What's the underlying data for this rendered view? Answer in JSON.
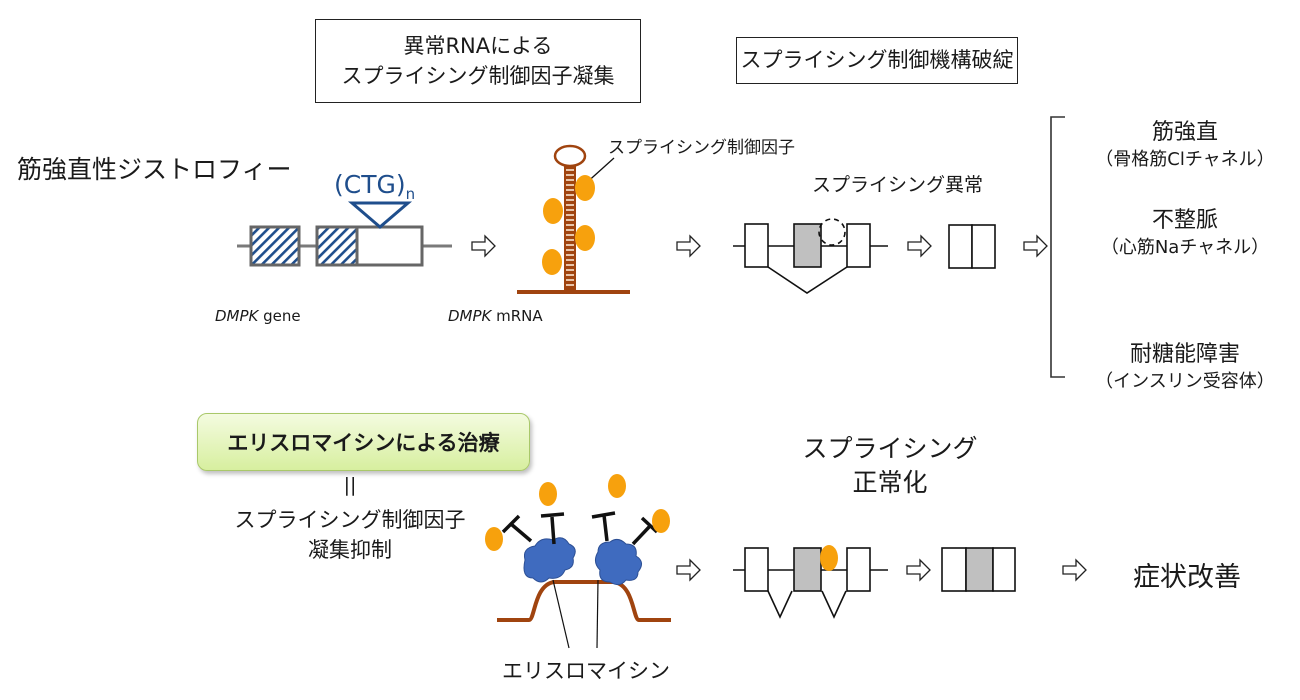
{
  "boxes": {
    "aggregation_line1": "異常RNAによる",
    "aggregation_line2": "スプライシング制御因子凝集",
    "mechanism_failure": "スプライシング制御機構破綻"
  },
  "disease_title": "筋強直性ジストロフィー",
  "gene": {
    "repeat": "(CTG)",
    "repeat_subscript": "n",
    "label_italic": "DMPK",
    "label_rest": " gene"
  },
  "mrna": {
    "label_italic": "DMPK",
    "label_rest": " mRNA",
    "factor_label": "スプライシング制御因子"
  },
  "abnormal_splicing_label": "スプライシング異常",
  "symptoms": [
    {
      "name": "筋強直",
      "cause": "（骨格筋Clチャネル）"
    },
    {
      "name": "不整脈",
      "cause": "（心筋Naチャネル）"
    },
    {
      "name": "耐糖能障害",
      "cause": "（インスリン受容体）"
    }
  ],
  "treatment": {
    "title": "エリスロマイシンによる治療",
    "equals": "||",
    "effect_line1": "スプライシング制御因子",
    "effect_line2": "凝集抑制",
    "drug_label": "エリスロマイシン"
  },
  "normalization": {
    "line1": "スプライシング",
    "line2": "正常化"
  },
  "outcome": "症状改善",
  "colors": {
    "rna_brown": "#a0440f",
    "factor_orange": "#f7a10d",
    "drug_blue": "#3f6bbf",
    "gene_blue": "#1f4e8c",
    "exon_gray": "#c0c0c0"
  }
}
